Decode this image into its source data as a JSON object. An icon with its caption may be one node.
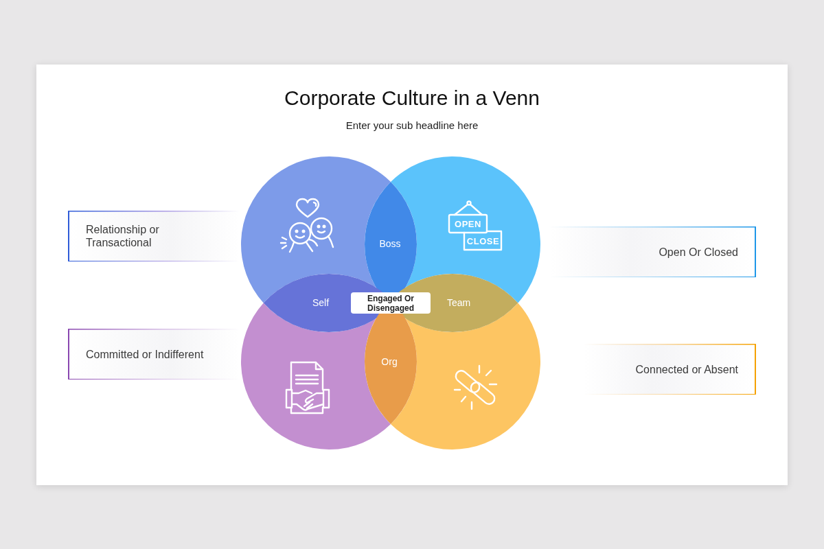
{
  "diagram": {
    "title": "Corporate Culture in a Venn",
    "nodes": [
      {
        "text": [],
        "shape": "circle"
      },
      {
        "text": [],
        "shape": "circle"
      },
      {
        "text": [],
        "shape": "circle"
      },
      {
        "text": [],
        "shape": "circle"
      },
      {
        "text": [
          "Relationship or Transactional"
        ]
      },
      {
        "text": [
          "Open Or Closed"
        ]
      },
      {
        "text": [
          "Engaged Or Disengaged"
        ]
      },
      {
        "text": [
          "Committed or Indifferent"
        ]
      },
      {
        "text": [
          "Connected or Absent"
        ]
      }
    ],
    "labels": [
      "Enter your sub headline here",
      "OPEN",
      "CLOSE",
      "Boss",
      "Self",
      "Team",
      "Org"
    ]
  }
}
